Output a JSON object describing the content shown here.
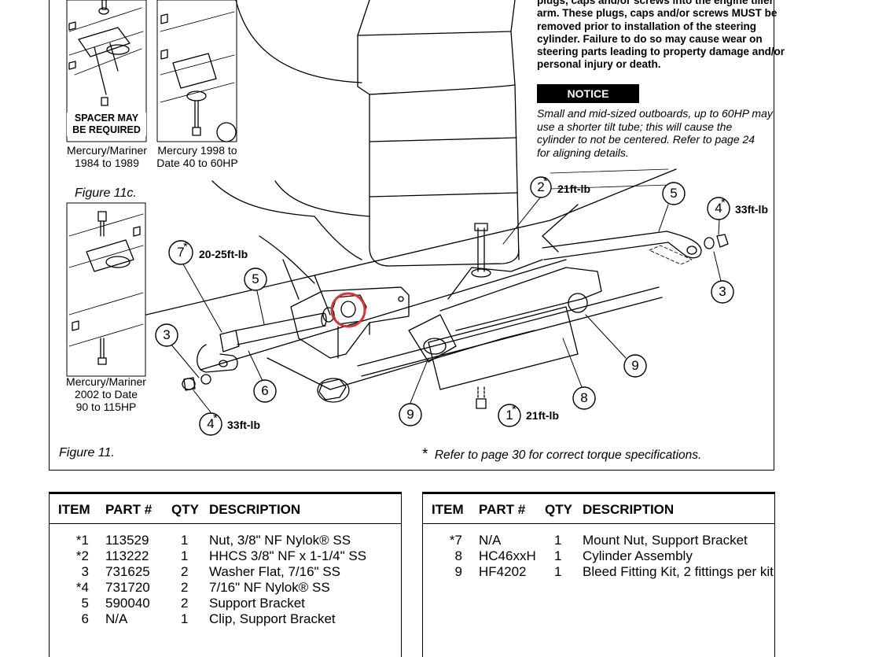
{
  "warning": {
    "lines": [
      "plugs, caps and/or screws into the engine tiller",
      "arm. These plugs, caps and/or screws MUST be",
      "removed prior to installation of the steering",
      "cylinder. Failure to do so may cause wear on",
      "steering parts leading to property damage and/or",
      "personal injury or death."
    ]
  },
  "notice": {
    "title": "NOTICE",
    "lines": [
      "Small and mid-sized outboards, up to 60HP may",
      "use a shorter tilt tube; this will cause the",
      "cylinder to not be centered. Refer to page 24",
      "for aligning details."
    ]
  },
  "inset_captions": {
    "spacer": [
      "SPACER MAY",
      "BE REQUIRED"
    ],
    "merc_1984": [
      "Mercury/Mariner",
      "1984 to 1989"
    ],
    "merc_1998": [
      "Mercury 1998 to",
      "Date 40 to 60HP"
    ],
    "figure_11c": "Figure 11c.",
    "merc_2002": [
      "Mercury/Mariner",
      "2002 to Date",
      "90 to 115HP"
    ]
  },
  "callouts": [
    {
      "id": "c1",
      "num": "1",
      "star": true,
      "torque": "21ft-lb"
    },
    {
      "id": "c2",
      "num": "2",
      "star": true,
      "torque": "21ft-lb"
    },
    {
      "id": "c3a",
      "num": "3",
      "star": false,
      "torque": ""
    },
    {
      "id": "c3b",
      "num": "3",
      "star": false,
      "torque": ""
    },
    {
      "id": "c4a",
      "num": "4",
      "star": true,
      "torque": "33ft-lb"
    },
    {
      "id": "c4b",
      "num": "4",
      "star": true,
      "torque": "33ft-lb"
    },
    {
      "id": "c5a",
      "num": "5",
      "star": false,
      "torque": ""
    },
    {
      "id": "c5b",
      "num": "5",
      "star": false,
      "torque": ""
    },
    {
      "id": "c6",
      "num": "6",
      "star": false,
      "torque": ""
    },
    {
      "id": "c7",
      "num": "7",
      "star": true,
      "torque": "20-25ft-lb"
    },
    {
      "id": "c8",
      "num": "8",
      "star": false,
      "torque": ""
    },
    {
      "id": "c9a",
      "num": "9",
      "star": false,
      "torque": ""
    },
    {
      "id": "c9b",
      "num": "9",
      "star": false,
      "torque": ""
    }
  ],
  "figure": {
    "label": "Figure 11.",
    "footnote_star": "*",
    "footnote": "Refer to page 30 for correct torque specifications."
  },
  "highlight_color": "#d0393b",
  "tables": {
    "headers": {
      "item": "ITEM",
      "part": "PART #",
      "qty": "QTY",
      "desc": "DESCRIPTION"
    },
    "left": [
      {
        "item": "*1",
        "part": "113529",
        "qty": "1",
        "desc": "Nut, 3/8\" NF Nylok® SS"
      },
      {
        "item": "*2",
        "part": "113222",
        "qty": "1",
        "desc": "HHCS 3/8\" NF x 1-1/4\" SS"
      },
      {
        "item": "3",
        "part": "731625",
        "qty": "2",
        "desc": "Washer Flat, 7/16\" SS"
      },
      {
        "item": "*4",
        "part": "731720",
        "qty": "2",
        "desc": "7/16\" NF Nylok® SS"
      },
      {
        "item": "5",
        "part": "590040",
        "qty": "2",
        "desc": "Support Bracket"
      },
      {
        "item": "6",
        "part": "N/A",
        "qty": "1",
        "desc": "Clip, Support Bracket"
      }
    ],
    "right": [
      {
        "item": "*7",
        "part": "N/A",
        "qty": "1",
        "desc": "Mount Nut, Support Bracket"
      },
      {
        "item": "8",
        "part": "HC46xxH",
        "qty": "1",
        "desc": "Cylinder Assembly"
      },
      {
        "item": "9",
        "part": "HF4202",
        "qty": "1",
        "desc": "Bleed Fitting Kit, 2 fittings per kit"
      }
    ]
  }
}
